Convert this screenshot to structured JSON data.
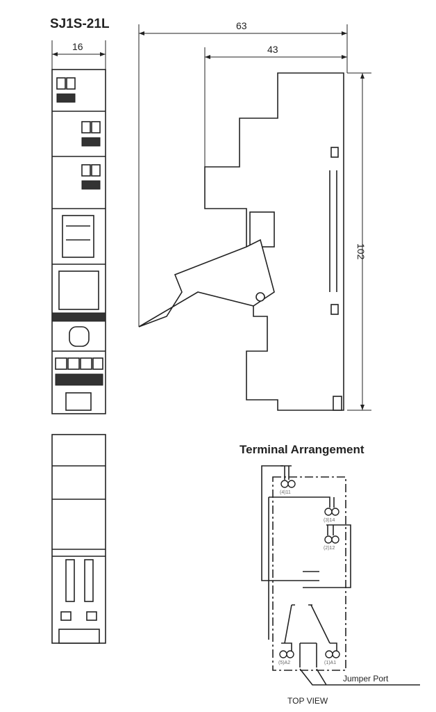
{
  "title": "SJ1S-21L",
  "dimensions": {
    "width_front": "16",
    "overall_depth": "63",
    "body_depth": "43",
    "height": "102"
  },
  "terminal_arrangement": {
    "heading": "Terminal Arrangement",
    "terminals": [
      "(4)11",
      "(3)14",
      "(2)12",
      "(5)A2",
      "(1)A1"
    ],
    "jumper_label": "Jumper Port",
    "view_label": "TOP VIEW"
  }
}
